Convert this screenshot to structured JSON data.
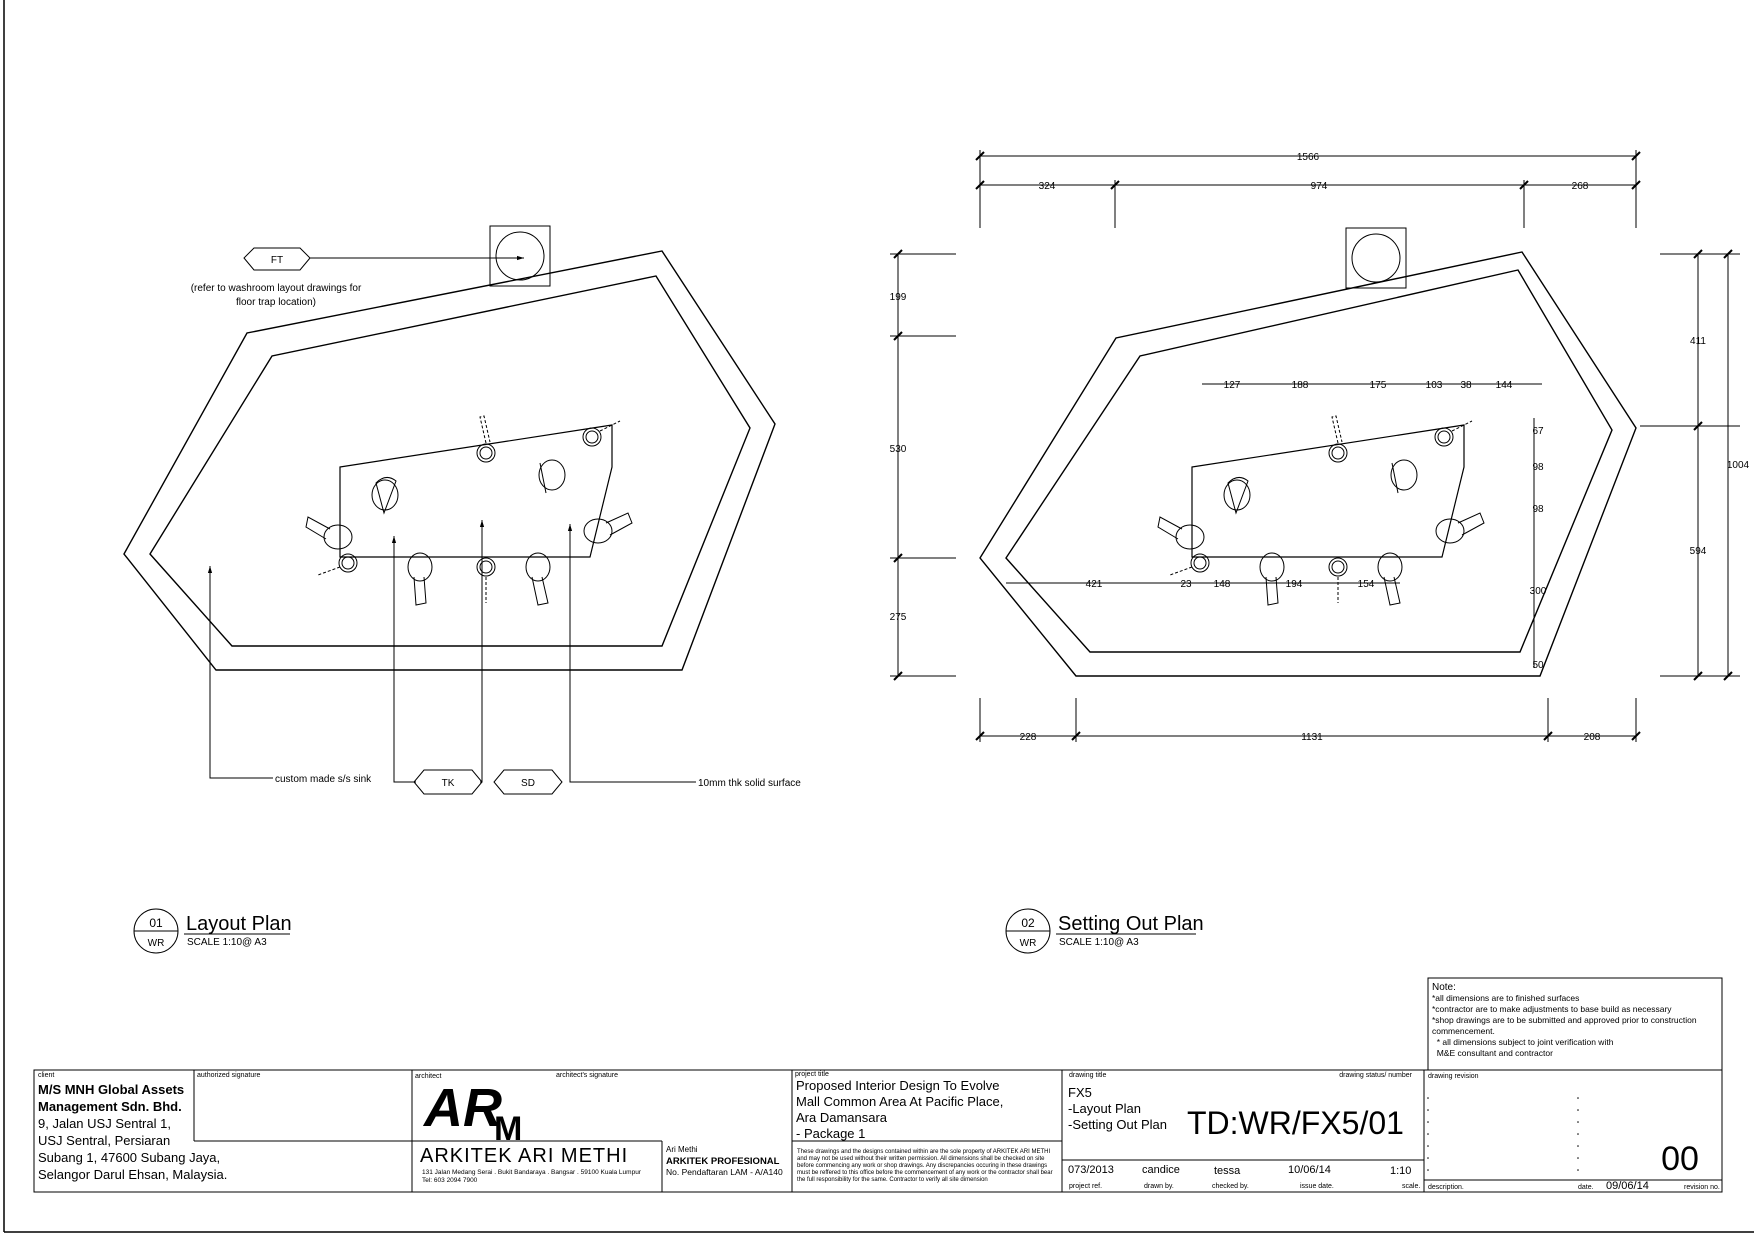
{
  "plans": [
    {
      "number": "01",
      "code": "WR",
      "title": "Layout Plan",
      "scale": "SCALE 1:10@ A3"
    },
    {
      "number": "02",
      "code": "WR",
      "title": "Setting Out Plan",
      "scale": "SCALE 1:10@ A3"
    }
  ],
  "layout_tags": {
    "ft": "FT",
    "tk": "TK",
    "sd": "SD"
  },
  "layout_notes": {
    "ft_note_line1": "(refer to washroom layout drawings for",
    "ft_note_line2": "floor trap location)",
    "sink": "custom made s/s sink",
    "surface": "10mm thk solid surface"
  },
  "dimensions": {
    "top_overall": "1566",
    "top_left": "324",
    "top_mid": "974",
    "top_right": "268",
    "left_top": "199",
    "left_mid": "530",
    "left_bot": "275",
    "right_top": "411",
    "right_overall": "1004",
    "right_bot": "594",
    "bottom_left": "228",
    "bottom_mid": "1131",
    "bottom_right": "208",
    "inner_top": [
      "127",
      "188",
      "175",
      "103",
      "38",
      "144"
    ],
    "inner_bottom": [
      "421",
      "23",
      "148",
      "194",
      "154"
    ],
    "inner_right": [
      "67",
      "98",
      "98",
      "300",
      "50"
    ]
  },
  "notes": {
    "heading": "Note:",
    "lines": [
      "*all dimensions are to finished surfaces",
      "*contractor are to make adjustments to base build as necessary",
      "*shop drawings are to be submitted and approved prior to construction",
      "commencement.",
      "  * all dimensions subject to joint verification with",
      "  M&E consultant and contractor"
    ]
  },
  "title_block": {
    "client_label": "client",
    "client_name_1": "M/S MNH Global Assets",
    "client_name_2": "Management Sdn. Bhd.",
    "client_addr": [
      "9, Jalan USJ Sentral 1,",
      "USJ Sentral, Persiaran",
      "Subang 1, 47600 Subang Jaya,",
      "Selangor Darul Ehsan, Malaysia."
    ],
    "auth_sig_label": "authorized signature",
    "architect_label": "architect",
    "architect_sig_label": "architect's signature",
    "logo_letters_1": "AR",
    "logo_letters_2": "M",
    "firm_name": "ARKITEK ARI METHI",
    "firm_address": "131 Jalan Medang Serai . Bukit Bandaraya . Bangsar . 59100 Kuala Lumpur",
    "firm_tel": "Tel: 603 2094 7900",
    "arch_person": "Ari Methi",
    "arch_role": "ARKITEK PROFESIONAL",
    "arch_reg": "No. Pendaftaran LAM - A/A140",
    "project_label": "project title",
    "project_lines": [
      "Proposed Interior Design To Evolve",
      "Mall Common Area At Pacific Place,",
      "Ara Damansara",
      "- Package 1"
    ],
    "disclaimer": [
      "These drawings and the designs contained within are the sole property of ARKITEK ARI METHI",
      "and may not be used without their written permission. All dimensions shall be checked on site",
      "before commencing any work or shop drawings. Any discrepancies occuring in these drawings",
      "must be reffered to this office before the commencement of any work or the contractor shall bear",
      "the full responsibility for the same. Contractor to verify all site dimension"
    ],
    "drawing_title_label": "drawing title",
    "drawing_title_lines": [
      "FX5",
      "-Layout Plan",
      "-Setting Out Plan"
    ],
    "status_label": "drawing status/ number",
    "drawing_number": "TD:WR/FX5/01",
    "project_ref": "073/2013",
    "drawn_by": "candice",
    "checked_by": "tessa",
    "issue_date": "10/06/14",
    "scale": "1:10",
    "lbl_project_ref": "project ref.",
    "lbl_drawn_by": "drawn by.",
    "lbl_checked_by": "checked by.",
    "lbl_issue_date": "issue date.",
    "lbl_scale": "scale.",
    "revision_label": "drawing revision",
    "revision_no": "00",
    "lbl_description": "description.",
    "lbl_date": "date.",
    "rev_date": "09/06/14",
    "lbl_revision_no": "revision no."
  }
}
